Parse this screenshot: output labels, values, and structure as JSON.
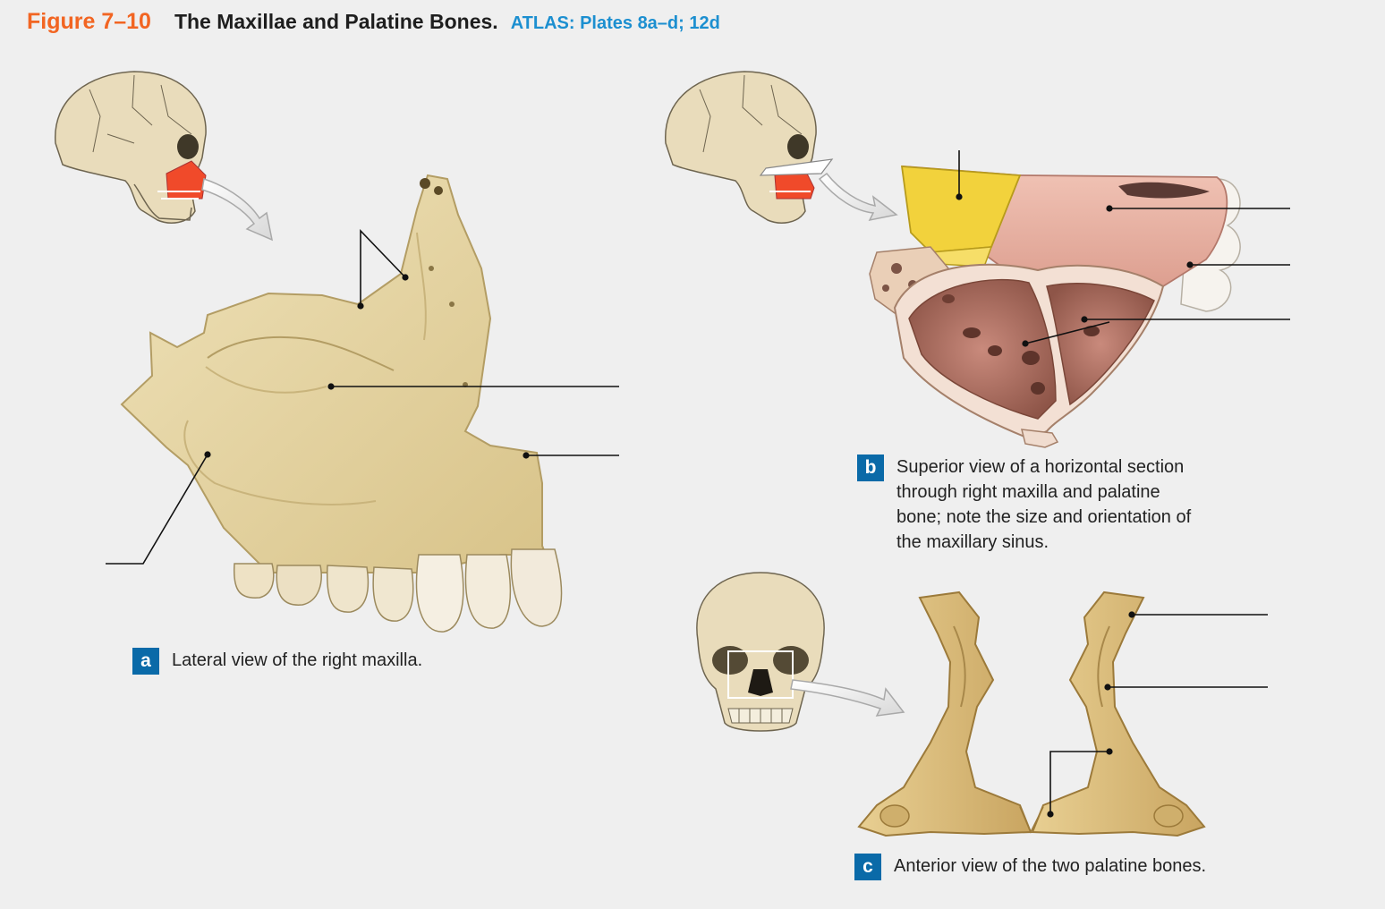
{
  "header": {
    "figure_number": "Figure 7–10",
    "title": "The Maxillae and Palatine Bones.",
    "atlas": "ATLAS: Plates 8a–d; 12d"
  },
  "panels": [
    {
      "id": "a",
      "badge": "a",
      "caption": "Lateral view of the right maxilla."
    },
    {
      "id": "b",
      "badge": "b",
      "caption": "Superior view of a horizontal section through right maxilla and palatine bone; note the size and orientation of the maxillary sinus."
    },
    {
      "id": "c",
      "badge": "c",
      "caption": "Anterior view of the two palatine bones."
    }
  ],
  "colors": {
    "figure_number": "#f26522",
    "atlas": "#1c8fd0",
    "badge": "#0a6aa8",
    "bone": "#e6d5a6",
    "skull_highlight": "#f04a2a",
    "section_yellow": "#f2d23c",
    "sinus_pink": "#e3a89a",
    "palatine": "#dcbd7e"
  }
}
